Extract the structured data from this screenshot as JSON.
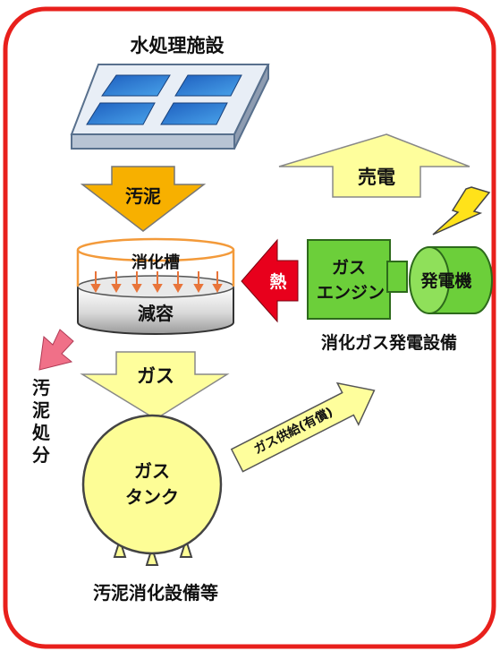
{
  "title": "水処理施設",
  "labels": {
    "sludge": "汚泥",
    "digestion_tank": "消化槽",
    "volume_reduction": "減容",
    "gas_arrow": "ガス",
    "sludge_disposal": [
      "汚",
      "泥",
      "処",
      "分"
    ],
    "gas_tank": [
      "ガス",
      "タンク"
    ],
    "facility_caption": "汚泥消化設備等",
    "heat": "熱",
    "gas_engine": [
      "ガス",
      "エンジン"
    ],
    "generator": "発電機",
    "power_plant_caption": "消化ガス発電設備",
    "sell_power": "売電",
    "gas_supply": "ガス供給(有償)"
  },
  "colors": {
    "frame": "#e8201c",
    "sludge_arrow": "#f7b000",
    "pale_yellow": "#fefe9c",
    "gas_tank": "#fdfd96",
    "green": "#6ccf3a",
    "heat_arrow": "#e8001c",
    "disposal_arrow": "#f07088",
    "lightning": "#ffe21a",
    "panel_blue": "#2e7bd6"
  }
}
